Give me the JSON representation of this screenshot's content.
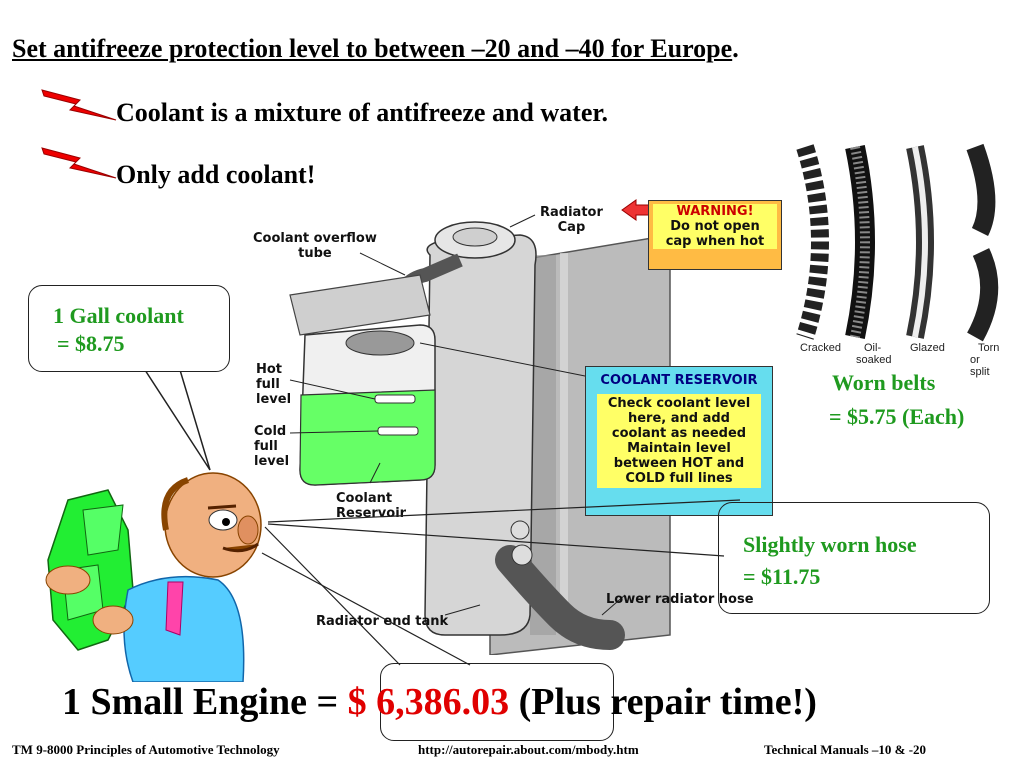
{
  "title": {
    "underlined": "Set antifreeze protection level to between –20 and –40 for Europe",
    "period": "."
  },
  "bullets": [
    {
      "text": "Coolant is a mixture of antifreeze and water.",
      "icon": "lightning-bolt-icon"
    },
    {
      "text": "Only add coolant!",
      "icon": "lightning-bolt-icon"
    }
  ],
  "callouts": {
    "coolant": {
      "line1": "1 Gall coolant",
      "line2": "= $8.75"
    },
    "belts": {
      "line1": "Worn belts",
      "line2": "= $5.75 (Each)"
    },
    "hose": {
      "line1": "Slightly worn hose",
      "line2": "= $11.75"
    }
  },
  "diagram": {
    "overflow_tube": [
      "Coolant overflow",
      "tube"
    ],
    "radiator_cap": [
      "Radiator",
      "Cap"
    ],
    "warning": {
      "title": "WARNING!",
      "body": [
        "Do not open",
        "cap when hot"
      ]
    },
    "hot_full": [
      "Hot",
      "full",
      "level"
    ],
    "cold_full": [
      "Cold",
      "full",
      "level"
    ],
    "reservoir": [
      "Coolant",
      "Reservoir"
    ],
    "reservoir_box": {
      "title": "COOLANT RESERVOIR",
      "body": [
        "Check coolant level",
        "here, and add",
        "coolant as needed",
        "Maintain level",
        "between HOT and",
        "COLD full lines"
      ]
    },
    "lower_hose": "Lower radiator hose",
    "end_tank": "Radiator end tank"
  },
  "belts": [
    "Cracked",
    "Oil-",
    "soaked",
    "Glazed",
    "Torn",
    "or split"
  ],
  "engine": {
    "prefix": "1 Small Engine = ",
    "price": "$ 6,386.03",
    "suffix": " (Plus repair time!)"
  },
  "footer": {
    "left": "TM 9-8000 Principles of Automotive Technology",
    "center": "http://autorepair.about.com/mbody.htm",
    "right": "Technical Manuals –10 & -20"
  },
  "colors": {
    "accent_green": "#1f9a1f",
    "price_red": "#e00000",
    "coolant_fill": "#66ff66",
    "box_cyan": "#66ddee",
    "box_yellow": "#ffff66",
    "warning_orange": "#ffbb44"
  }
}
